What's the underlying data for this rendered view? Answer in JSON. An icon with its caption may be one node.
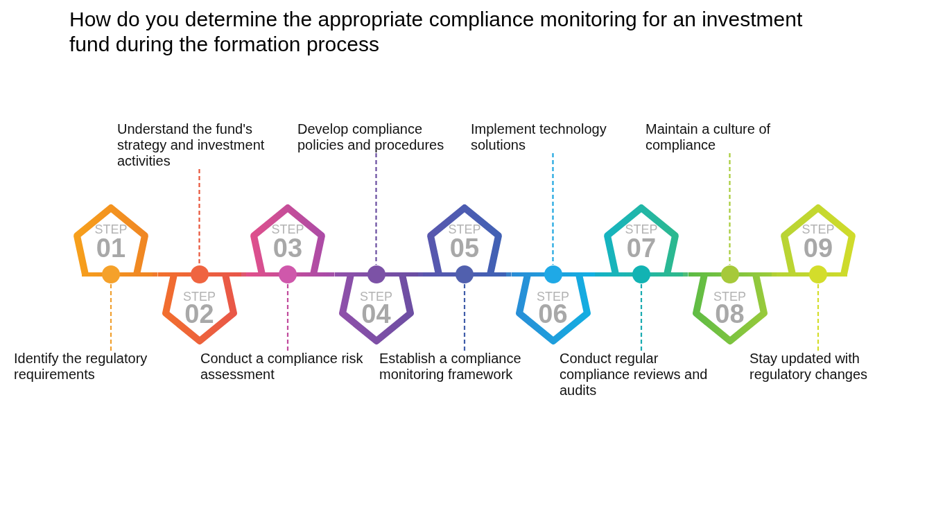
{
  "diagram": {
    "title": "How do you determine the appropriate compliance monitoring for an investment fund during the formation process",
    "nodes": [
      {
        "text": [
          "STEP",
          "01"
        ]
      },
      {
        "text": [
          "STEP",
          "02"
        ]
      },
      {
        "text": [
          "STEP",
          "03"
        ]
      },
      {
        "text": [
          "STEP",
          "04"
        ]
      },
      {
        "text": [
          "STEP",
          "05"
        ]
      },
      {
        "text": [
          "STEP",
          "06"
        ]
      },
      {
        "text": [
          "STEP",
          "07"
        ]
      },
      {
        "text": [
          "STEP",
          "08"
        ]
      },
      {
        "text": [
          "STEP",
          "09"
        ]
      },
      {
        "text": [
          "Identify the regulatory requirements"
        ]
      },
      {
        "text": [
          "Understand the fund's strategy and investment activities"
        ]
      },
      {
        "text": [
          "Conduct a compliance risk assessment"
        ]
      },
      {
        "text": [
          "Develop compliance policies and procedures"
        ]
      },
      {
        "text": [
          "Establish a compliance monitoring framework"
        ]
      },
      {
        "text": [
          "Implement technology solutions"
        ]
      },
      {
        "text": [
          "Conduct regular compliance reviews and audits"
        ]
      },
      {
        "text": [
          "Maintain a culture of compliance"
        ]
      },
      {
        "text": [
          "Stay updated with regulatory changes"
        ]
      }
    ],
    "edges": [
      {
        "from": 0,
        "to": 1,
        "arrow": "none",
        "style": "thick",
        "color": "#f07a2c"
      },
      {
        "from": 1,
        "to": 2,
        "arrow": "none",
        "style": "thick",
        "color": "#de5870"
      },
      {
        "from": 2,
        "to": 3,
        "arrow": "none",
        "style": "thick",
        "color": "#a450a8"
      },
      {
        "from": 3,
        "to": 4,
        "arrow": "none",
        "style": "thick",
        "color": "#6455ac"
      },
      {
        "from": 4,
        "to": 5,
        "arrow": "none",
        "style": "thick",
        "color": "#3a80c8"
      },
      {
        "from": 5,
        "to": 6,
        "arrow": "none",
        "style": "thick",
        "color": "#18aec8"
      },
      {
        "from": 6,
        "to": 7,
        "arrow": "none",
        "style": "thick",
        "color": "#4fbd78"
      },
      {
        "from": 7,
        "to": 8,
        "arrow": "none",
        "style": "thick",
        "color": "#b2cf35"
      },
      {
        "from": 9,
        "to": 0,
        "arrow": "none",
        "style": "dashed",
        "color": "#f0a030"
      },
      {
        "from": 10,
        "to": 1,
        "arrow": "none",
        "style": "dashed",
        "color": "#e8553a"
      },
      {
        "from": 11,
        "to": 2,
        "arrow": "none",
        "style": "dashed",
        "color": "#c04a9c"
      },
      {
        "from": 12,
        "to": 3,
        "arrow": "none",
        "style": "dashed",
        "color": "#6a4ea0"
      },
      {
        "from": 13,
        "to": 4,
        "arrow": "none",
        "style": "dashed",
        "color": "#3f5ca8"
      },
      {
        "from": 14,
        "to": 5,
        "arrow": "none",
        "style": "dashed",
        "color": "#1ea6e0"
      },
      {
        "from": 15,
        "to": 6,
        "arrow": "none",
        "style": "dashed",
        "color": "#18aab0"
      },
      {
        "from": 16,
        "to": 7,
        "arrow": "none",
        "style": "dashed",
        "color": "#a8cc3a"
      },
      {
        "from": 17,
        "to": 8,
        "arrow": "none",
        "style": "dashed",
        "color": "#d4dd2a"
      }
    ]
  }
}
